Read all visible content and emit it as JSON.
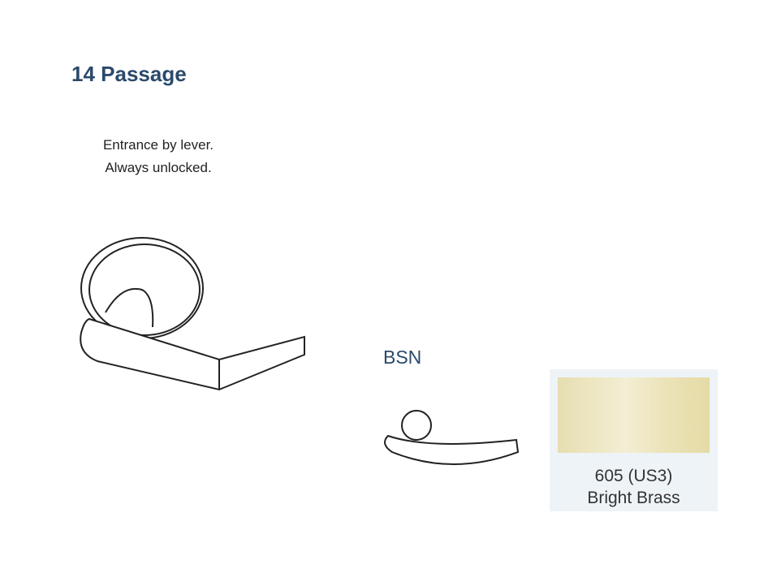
{
  "function": {
    "title": "14 Passage",
    "description": [
      "Entrance by lever.",
      "Always unlocked."
    ]
  },
  "lever": {
    "label": "BSN"
  },
  "finish": {
    "code": "605 (US3)",
    "name": "Bright Brass",
    "color": "#ece3b9"
  }
}
